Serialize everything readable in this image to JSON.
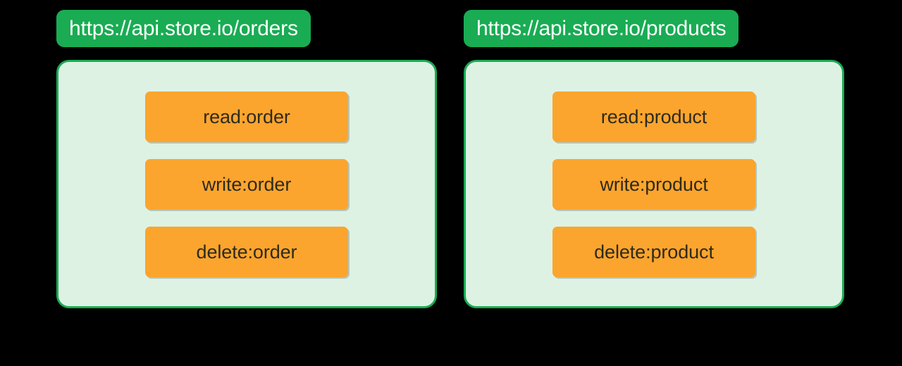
{
  "background_color": "#000000",
  "theme": {
    "header_bg": "#19AC53",
    "header_text": "#FFFFFF",
    "panel_bg": "#DEF2E4",
    "panel_border": "#19AC53",
    "chip_bg": "#FBA52E",
    "chip_text": "#2E2A1D"
  },
  "groups": [
    {
      "id": "orders",
      "header": "https://api.store.io/orders",
      "scopes": [
        {
          "label": "read:order"
        },
        {
          "label": "write:order"
        },
        {
          "label": "delete:order"
        }
      ]
    },
    {
      "id": "products",
      "header": "https://api.store.io/products",
      "scopes": [
        {
          "label": "read:product"
        },
        {
          "label": "write:product"
        },
        {
          "label": "delete:product"
        }
      ]
    }
  ]
}
